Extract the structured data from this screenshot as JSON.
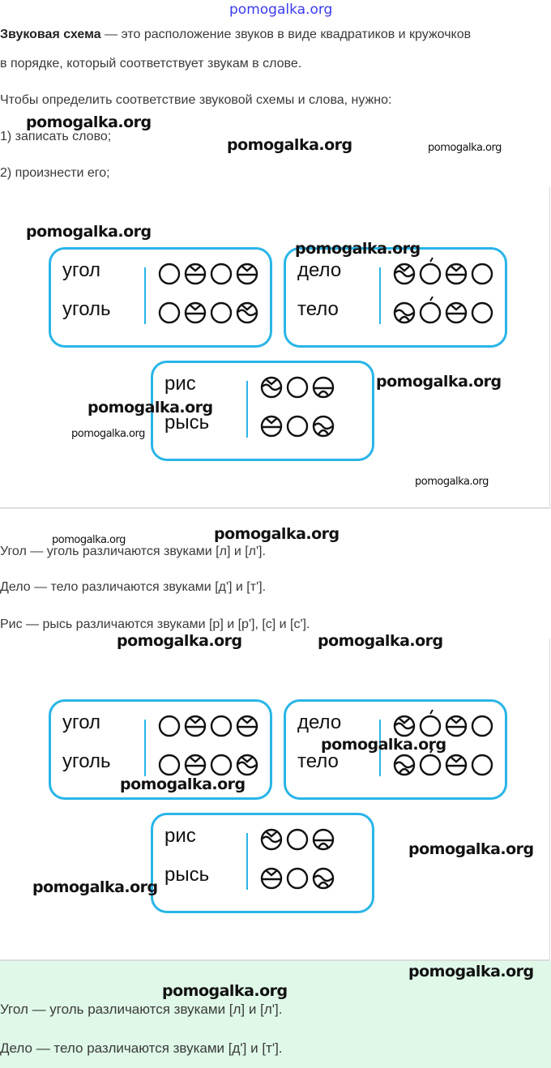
{
  "header_watermark": "pomogalka.org",
  "intro": {
    "term": "Звуковая схема",
    "line1_rest": " — это расположение звуков в виде квадратиков и кружочков",
    "line2": "в порядке, который соответствует звукам в слове.",
    "line3": "Чтобы определить соответствие звуковой схемы и слова, нужно:",
    "step1": "1) записать слово;",
    "step2": "2) произнести его;"
  },
  "figure": {
    "boxes": [
      {
        "words": [
          {
            "word": "угол",
            "scheme": [
              "vowel",
              "hard-voiced",
              "vowel",
              "hard-voiced"
            ]
          },
          {
            "word": "уголь",
            "scheme": [
              "vowel",
              "hard-voiced",
              "vowel",
              "soft-voiced"
            ]
          }
        ]
      },
      {
        "words": [
          {
            "word": "дело",
            "scheme": [
              "soft-voiced",
              "vowel-stressed",
              "hard-voiced",
              "vowel"
            ]
          },
          {
            "word": "тело",
            "scheme": [
              "soft-voiceless",
              "vowel-stressed",
              "hard-voiced",
              "vowel"
            ]
          }
        ]
      },
      {
        "words": [
          {
            "word": "рис",
            "scheme": [
              "soft-voiced",
              "vowel",
              "hard-voiceless"
            ]
          },
          {
            "word": "рысь",
            "scheme": [
              "hard-voiced",
              "vowel",
              "soft-voiceless"
            ]
          }
        ]
      }
    ]
  },
  "answers": [
    "Угол — уголь различаются звуками [л] и [л'].",
    "Дело — тело различаются звуками [д'] и [т'].",
    "Рис — рысь различаются звуками [р] и [р'], [с] и [с']."
  ],
  "watermark": "pomogalka.org",
  "colors": {
    "accent": "#29b5e8",
    "green_bg": "#dff8e8"
  }
}
